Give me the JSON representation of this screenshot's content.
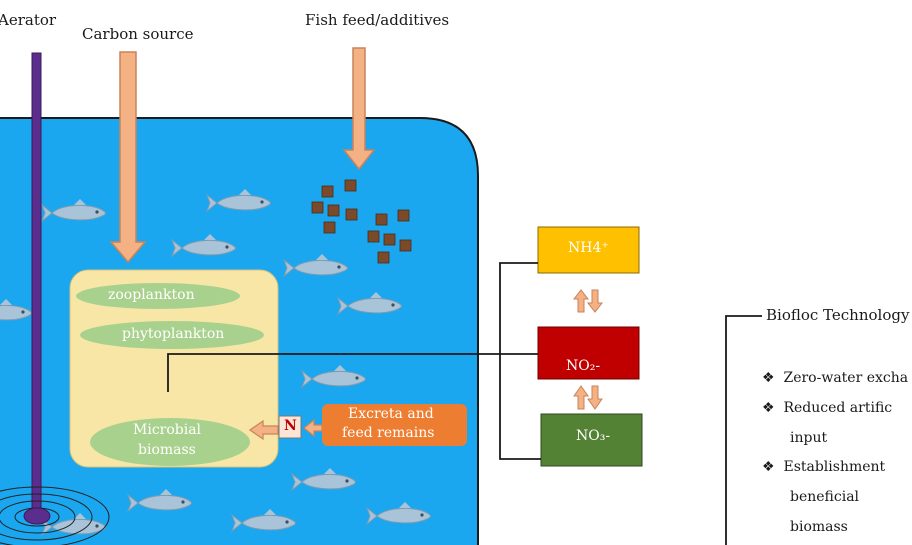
{
  "labels": {
    "aerator": "Aerator",
    "carbon_source": "Carbon source",
    "fish_feed": "Fish feed/additives",
    "zooplankton": "zooplankton",
    "phytoplankton": "phytoplankton",
    "microbial_line1": "Microbial",
    "microbial_line2": "biomass",
    "n_box": "N",
    "excreta_line1": "Excreta and",
    "excreta_line2": "feed remains",
    "nh4": "NH4⁺",
    "no2": "NO₂-",
    "no3": "NO₃-",
    "biofloc": "Biofloc Technology"
  },
  "benefits": {
    "bullet_symbol": "❖",
    "item1": "Zero-water excha",
    "item2_line1": "Reduced artific",
    "item2_line2": "input",
    "item3_line1": "Establishment",
    "item3_line2": "beneficial",
    "item3_line3": "biomass"
  },
  "colors": {
    "pond": "#1aa7f0",
    "pond_border": "#1a1a1a",
    "arrow_fill": "#f4b183",
    "arrow_stroke": "#c9835a",
    "aerator": "#5b2d8c",
    "plankton_box": "#f7e6a6",
    "plankton_ellipse": "#a9d18e",
    "excreta": "#ed7d31",
    "nh4": "#ffc000",
    "no2": "#c00000",
    "no3": "#548235",
    "feed_pellet": "#7b4a2b",
    "fish": "#a9c4d8"
  }
}
